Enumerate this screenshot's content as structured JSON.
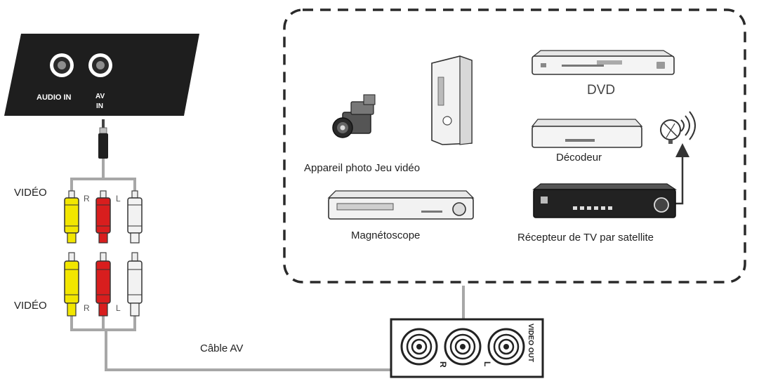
{
  "panel": {
    "audio_in_label": "AUDIO IN",
    "av_in_label_line1": "AV",
    "av_in_label_line2": "IN"
  },
  "plugs": {
    "video_label": "VIDÉO",
    "r_label": "R",
    "l_label": "L"
  },
  "cable": {
    "label": "Câble AV"
  },
  "devices": {
    "camera_console_label": "Appareil photo Jeu vidéo",
    "dvd_label": "DVD",
    "decoder_label": "Décodeur",
    "vcr_label": "Magnétoscope",
    "satellite_label": "Récepteur de TV par satellite"
  },
  "output_box": {
    "video_out_label": "VIDEO OUT",
    "r_label": "R",
    "l_label": "L"
  },
  "colors": {
    "panel_dark": "#1e1e1e",
    "plug_yellow": "#f2e600",
    "plug_red": "#d81e1e",
    "plug_white": "#f2f2f2",
    "cable_gray": "#a7a7a7",
    "dashed_border": "#2a2a2a"
  }
}
